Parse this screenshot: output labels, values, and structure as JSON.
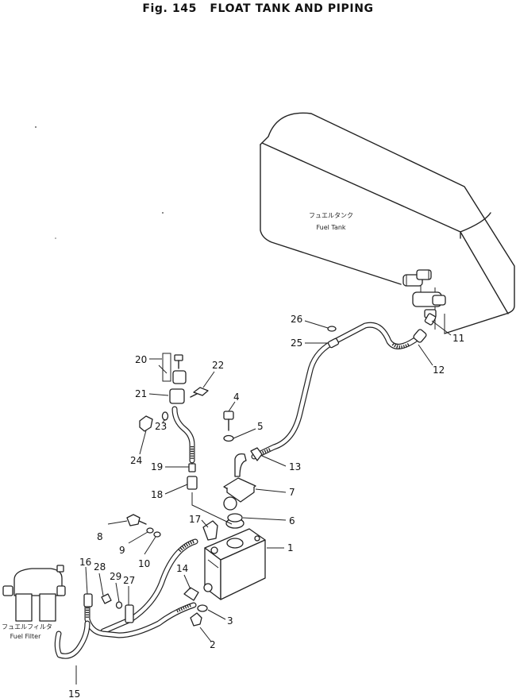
{
  "title": "Fig. 145   FLOAT TANK AND PIPING",
  "fuel_tank": {
    "jp": "フュエルタンク",
    "en": "Fuel Tank"
  },
  "fuel_filter": {
    "jp": "フュエルフィルタ",
    "en": "Fuel Filter"
  },
  "part_numbers": {
    "p1": "1",
    "p2": "2",
    "p3": "3",
    "p4": "4",
    "p5": "5",
    "p6": "6",
    "p7": "7",
    "p8": "8",
    "p9": "9",
    "p10": "10",
    "p11": "11",
    "p12": "12",
    "p13": "13",
    "p14": "14",
    "p15": "15",
    "p16": "16",
    "p17": "17",
    "p18": "18",
    "p19": "19",
    "p20": "20",
    "p21": "21",
    "p22": "22",
    "p23": "23",
    "p24": "24",
    "p25": "25",
    "p26": "26",
    "p27": "27",
    "p28": "28",
    "p29": "29"
  }
}
